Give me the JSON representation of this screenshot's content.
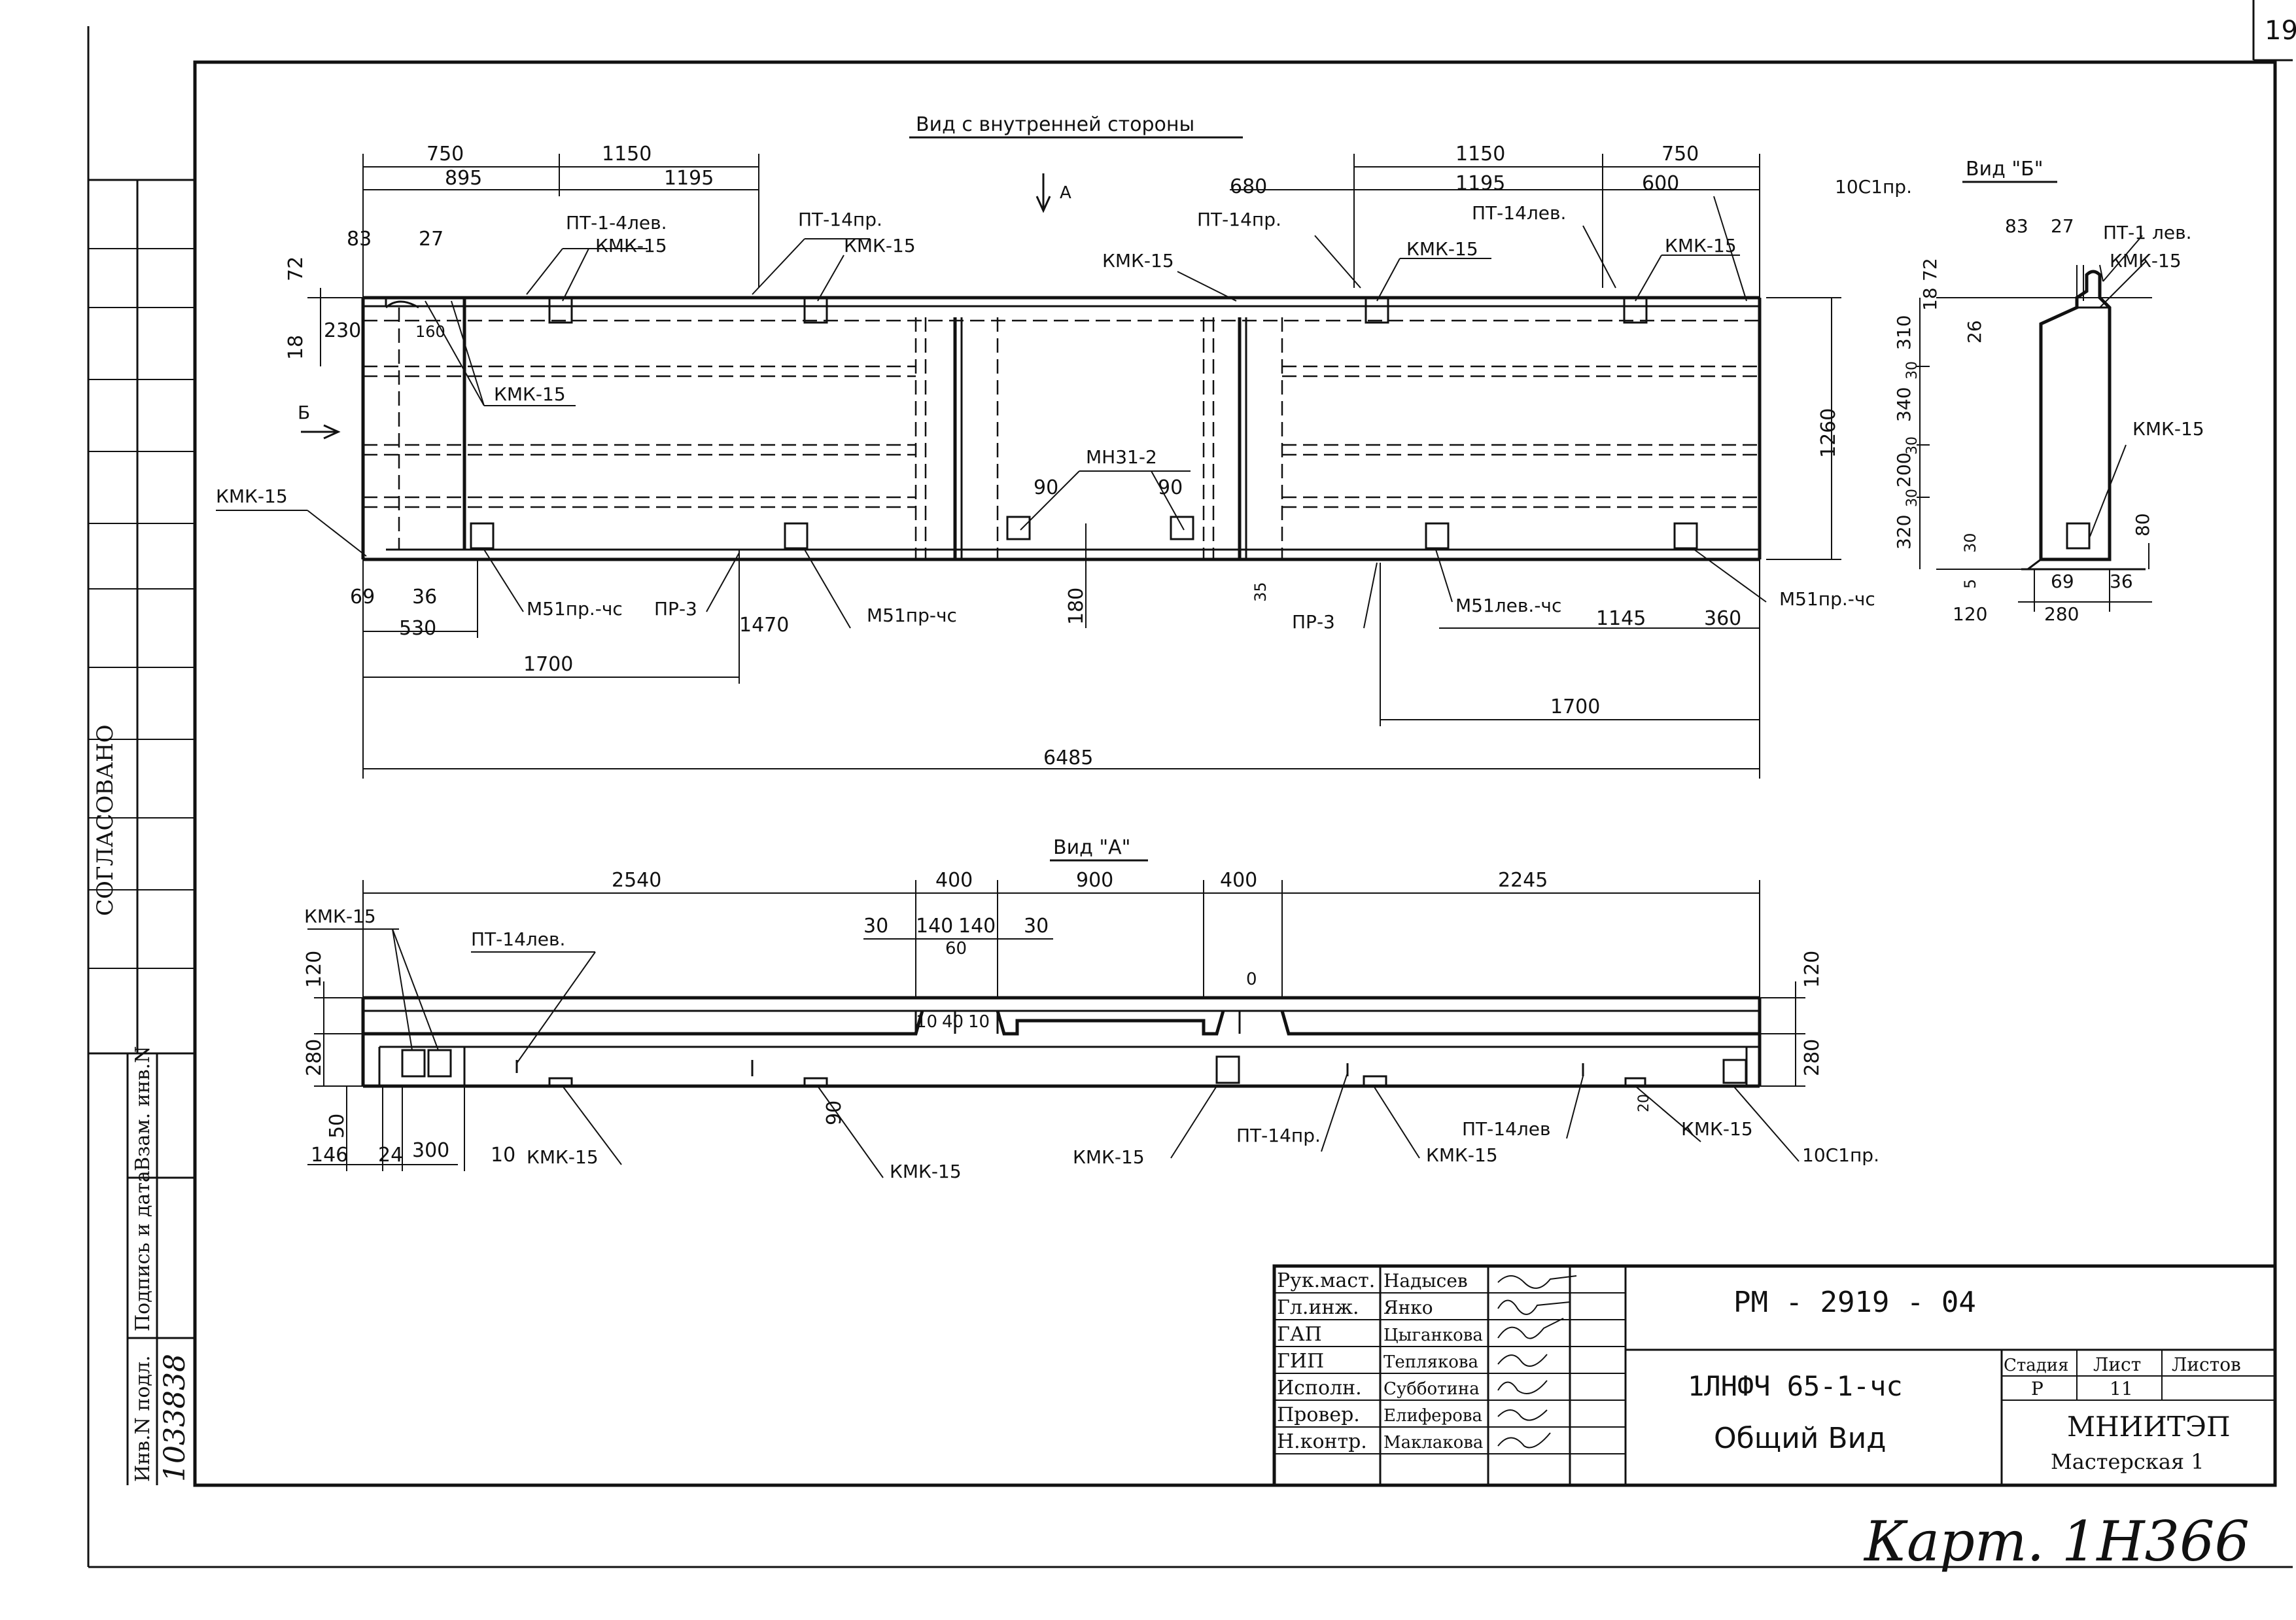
{
  "page_number": "19",
  "side": {
    "agreed": "СОГЛАСОВАНО",
    "inv_label": "Инв.N подл.",
    "sign_label": "Подпись и дата",
    "vzam_label": "Взам. инв.N",
    "inv_number": "1033838"
  },
  "views": {
    "inner": "Вид с внутренней стороны",
    "a": "Вид \"А\"",
    "b": "Вид \"Б\"",
    "a_arrow": "А",
    "b_arrow": "Б"
  },
  "inner_dims": {
    "d750l": "750",
    "d1150l": "1150",
    "d895": "895",
    "d1195l": "1195",
    "d680": "680",
    "d1150r": "1150",
    "d750r": "750",
    "d1195r": "1195",
    "d600": "600",
    "d83": "83",
    "d27": "27",
    "d72": "72",
    "d18": "18",
    "d230": "230",
    "d160": "160",
    "d1260": "1260",
    "d69": "69",
    "d36": "36",
    "d530": "530",
    "d1470": "1470",
    "d1700l": "1700",
    "d180": "180",
    "d35": "35",
    "d90l": "90",
    "d90r": "90",
    "d1145": "1145",
    "d360": "360",
    "d1700r": "1700",
    "d6485": "6485"
  },
  "inner_labels": {
    "pt1lev": "ПТ-1-4лев.",
    "pt14pr_l": "ПТ-14пр.",
    "pt14pr_c": "ПТ-14пр.",
    "pt14lev_r": "ПТ-14лев.",
    "c10pr": "10С1пр.",
    "kmk_a": "КМК-15",
    "kmk_b": "КМК-15",
    "kmk_c": "КМК-15",
    "kmk_d": "КМК-15",
    "kmk_e": "КМК-15",
    "kmk_f": "КМК-15",
    "kmk_g": "КМК-15",
    "mn31": "МН31-2",
    "m51pr_cs": "М51пр.-чс",
    "pr3l": "ПР-3",
    "m51pr_cs2": "М51пр-чс",
    "pr3r": "ПР-3",
    "m51lev_cs": "М51лев.-чс",
    "m51pr_cs3": "М51пр.-чс"
  },
  "b_dims": {
    "d83": "83",
    "d27": "27",
    "d72": "72",
    "d18": "18",
    "d26": "26",
    "d310": "310",
    "d30a": "30",
    "d340": "340",
    "d30b": "30",
    "d200": "200",
    "d30c": "30",
    "d320": "320",
    "d30d": "30",
    "d5": "5",
    "d80": "80",
    "d69": "69",
    "d36": "36",
    "d120": "120",
    "d280": "280"
  },
  "b_labels": {
    "pt1lev": "ПТ-1 лев.",
    "kmk_top": "КМК-15",
    "kmk_side": "КМК-15"
  },
  "a_dims": {
    "d2540": "2540",
    "d400l": "400",
    "d900": "900",
    "d400r": "400",
    "d2245": "2245",
    "d30l": "30",
    "d140a": "140",
    "d140b": "140",
    "d30r": "30",
    "d60": "60",
    "d10a": "10",
    "d40": "40",
    "d10b": "10",
    "d0": "0",
    "d120l": "120",
    "d280l": "280",
    "d120r": "120",
    "d280r": "280",
    "d50": "50",
    "d146": "146",
    "d24": "24",
    "d300": "300",
    "d10c": "10",
    "d90": "90",
    "d20": "20"
  },
  "a_labels": {
    "kmk_tl": "КМК-15",
    "pt14lev": "ПТ-14лев.",
    "kmk_bl": "КМК-15",
    "kmk_mid": "КМК-15",
    "kmk_c": "КМК-15",
    "pt14pr": "ПТ-14пр.",
    "kmk_r": "КМК-15",
    "pt14lev_r": "ПТ-14лев",
    "kmk_rr": "КМК-15",
    "c10pr": "10С1пр."
  },
  "title_block": {
    "rows": [
      {
        "role": "Рук.маст.",
        "name": "Надысев"
      },
      {
        "role": "Гл.инж.",
        "name": "Янко"
      },
      {
        "role": "ГАП",
        "name": "Цыганкова"
      },
      {
        "role": "ГИП",
        "name": "Теплякова"
      },
      {
        "role": "Исполн.",
        "name": "Субботина"
      },
      {
        "role": "Провер.",
        "name": "Елиферова"
      },
      {
        "role": "Н.контр.",
        "name": "Маклакова"
      }
    ],
    "doc_code": "РМ - 2919 - 04",
    "product": "1ЛНФЧ 65-1-чс",
    "sheet_title": "Общий Вид",
    "stage_h": "Стадия",
    "sheet_h": "Лист",
    "sheets_h": "Листов",
    "stage": "Р",
    "sheet": "11",
    "org": "МНИИТЭП",
    "workshop": "Мастерская 1"
  },
  "kart": "Карт. 1Н366"
}
